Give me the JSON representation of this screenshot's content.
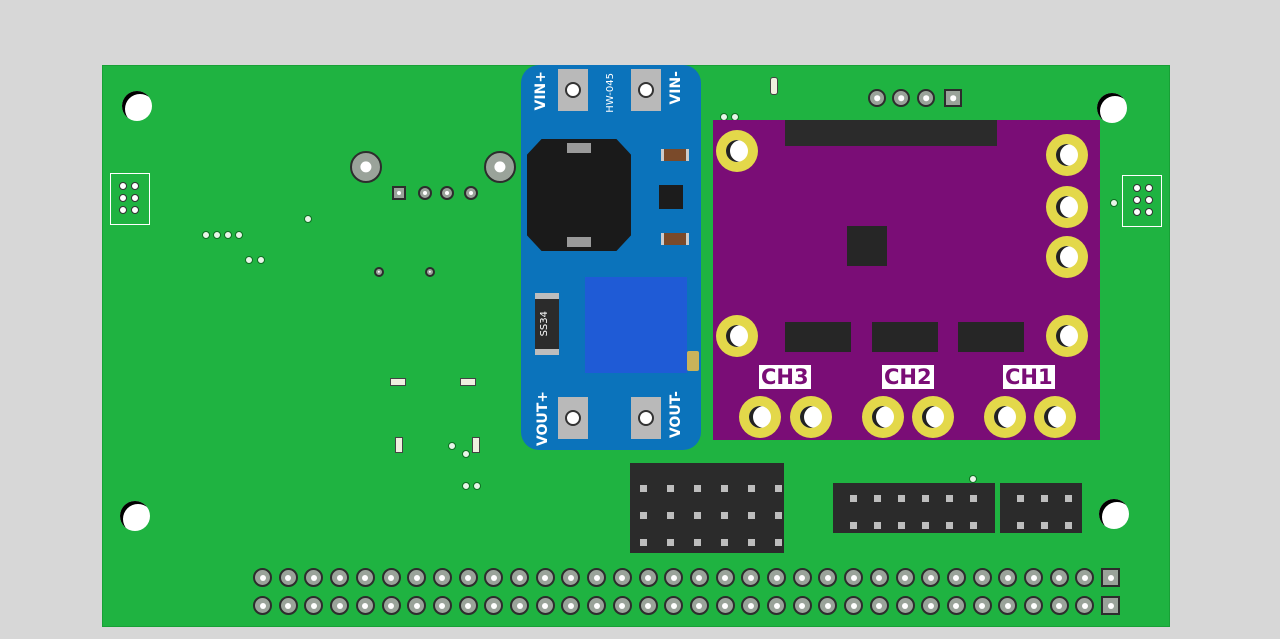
{
  "modules": {
    "boost": {
      "model_label": "HW-045",
      "vin_plus": "VIN+",
      "vin_minus": "VIN-",
      "vout_plus": "VOUT+",
      "vout_minus": "VOUT-",
      "diode_label": "SS34"
    },
    "mux": {
      "ch3": "CH3",
      "ch2": "CH2",
      "ch1": "CH1"
    }
  },
  "colors": {
    "background": "#d7d7d7",
    "pcb": "#1fb341",
    "boost_module": "#0b73bb",
    "mux_module": "#7a0d76",
    "gold_pad": "#e3d84a"
  }
}
